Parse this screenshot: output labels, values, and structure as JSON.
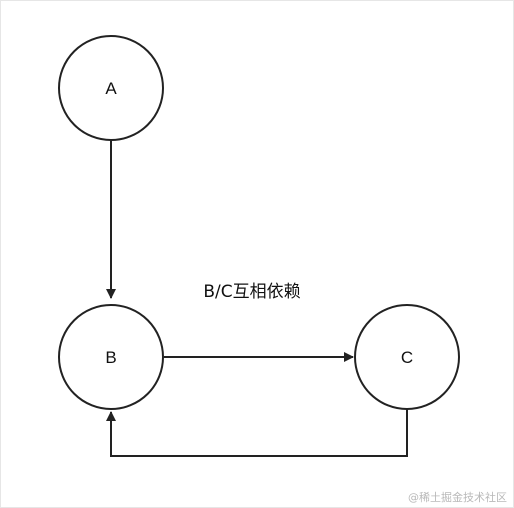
{
  "diagram": {
    "caption": "B/C互相依赖",
    "nodes": {
      "a": {
        "label": "A"
      },
      "b": {
        "label": "B"
      },
      "c": {
        "label": "C"
      }
    },
    "edges": [
      {
        "from": "A",
        "to": "B"
      },
      {
        "from": "B",
        "to": "C"
      },
      {
        "from": "C",
        "to": "B"
      }
    ]
  },
  "watermark": "@稀土掘金技术社区",
  "colors": {
    "stroke": "#222222",
    "text": "#111111",
    "watermark": "#b9b9b9",
    "background": "#ffffff"
  }
}
